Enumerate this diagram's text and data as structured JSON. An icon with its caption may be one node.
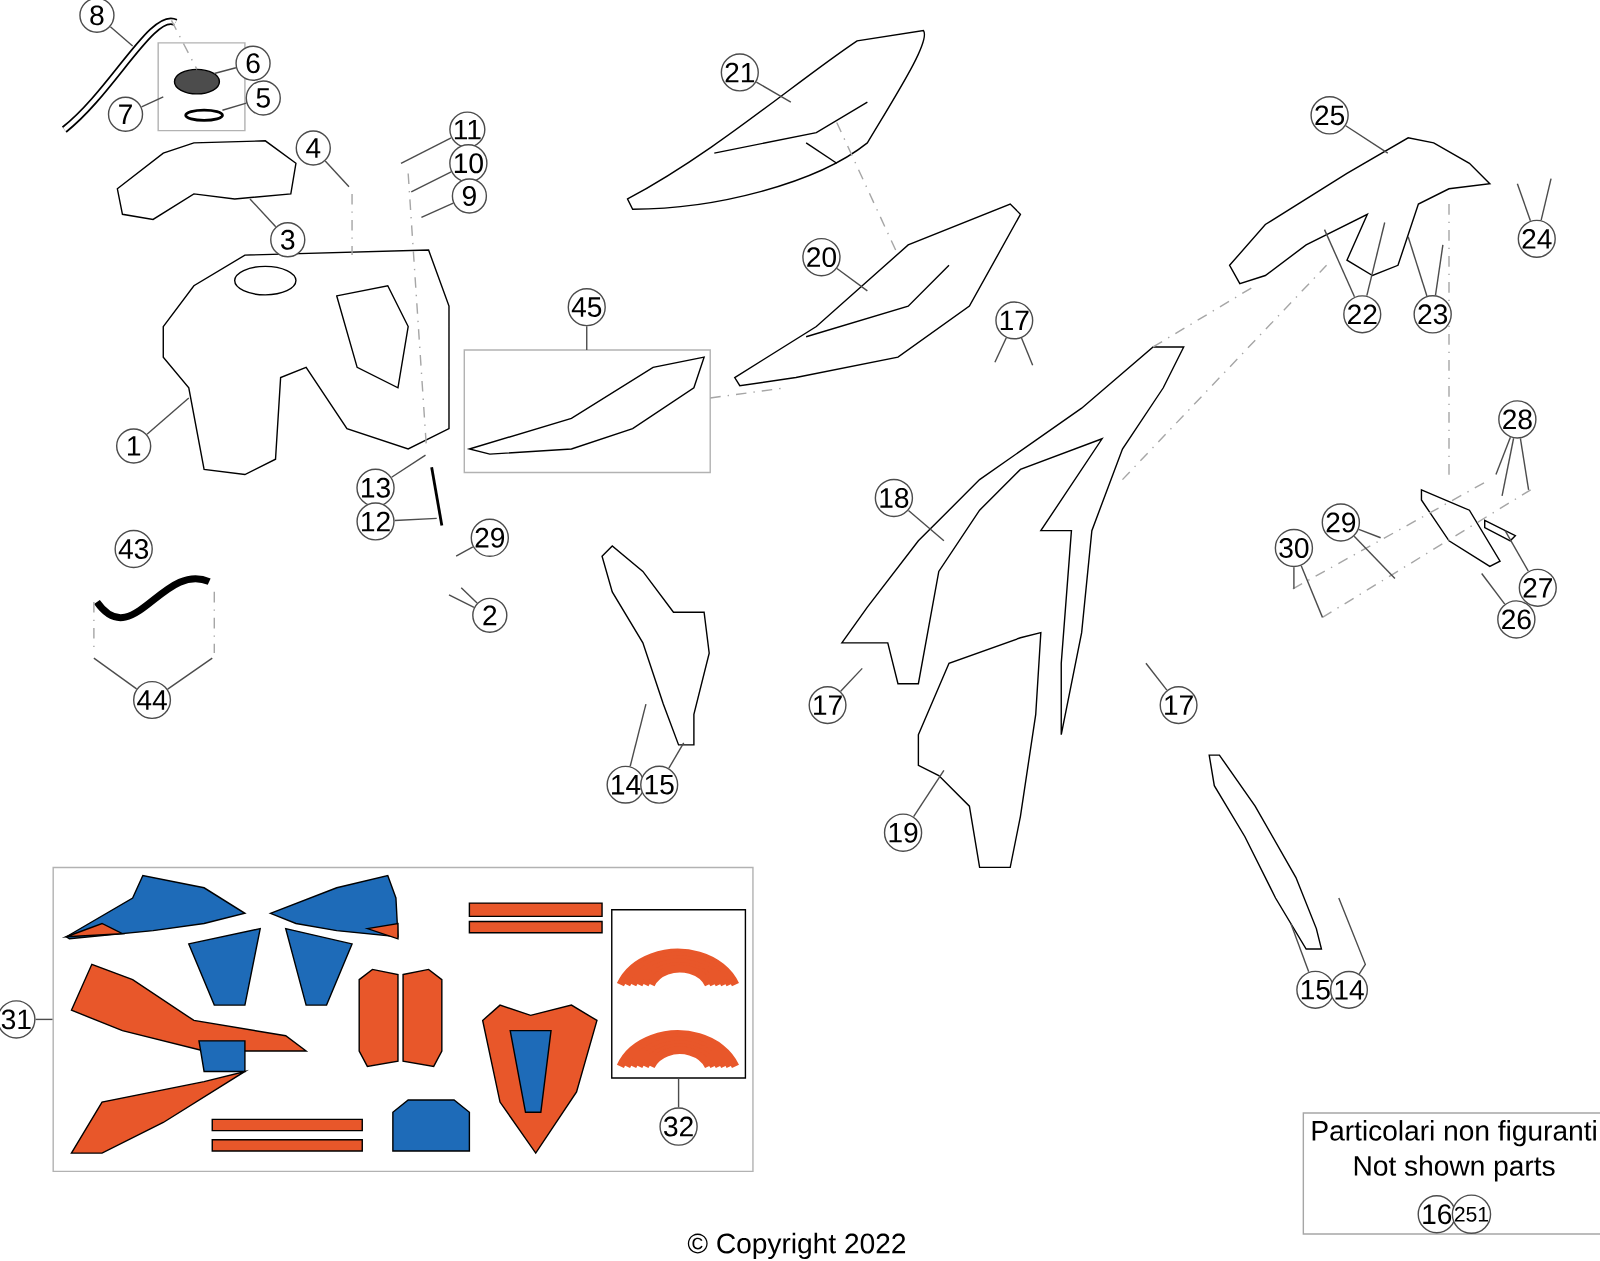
{
  "diagram": {
    "nodes": [
      {
        "text": [
          "8"
        ]
      },
      {
        "text": [
          "6"
        ]
      },
      {
        "text": [
          "5"
        ]
      },
      {
        "text": [
          "7"
        ]
      },
      {
        "text": [
          "11"
        ]
      },
      {
        "text": [
          "4"
        ]
      },
      {
        "text": [
          "10"
        ]
      },
      {
        "text": [
          "9"
        ]
      },
      {
        "text": [
          "21"
        ]
      },
      {
        "text": [
          "25"
        ]
      },
      {
        "text": [
          "3"
        ]
      },
      {
        "text": [
          "24"
        ]
      },
      {
        "text": [
          "20"
        ]
      },
      {
        "text": [
          "45"
        ]
      },
      {
        "text": [
          "22"
        ]
      },
      {
        "text": [
          "23"
        ]
      },
      {
        "text": [
          "17"
        ]
      },
      {
        "text": [
          "28"
        ]
      },
      {
        "text": [
          "1"
        ]
      },
      {
        "text": [
          "13"
        ]
      },
      {
        "text": [
          "18"
        ]
      },
      {
        "text": [
          "12"
        ]
      },
      {
        "text": [
          "29"
        ]
      },
      {
        "text": [
          "29"
        ]
      },
      {
        "text": [
          "30"
        ]
      },
      {
        "text": [
          "43"
        ]
      },
      {
        "text": [
          "27"
        ]
      },
      {
        "text": [
          "2"
        ]
      },
      {
        "text": [
          "26"
        ]
      },
      {
        "text": [
          "44"
        ]
      },
      {
        "text": [
          "17"
        ]
      },
      {
        "text": [
          "17"
        ]
      },
      {
        "text": [
          "14"
        ]
      },
      {
        "text": [
          "15"
        ]
      },
      {
        "text": [
          "19"
        ]
      },
      {
        "text": [
          "15"
        ]
      },
      {
        "text": [
          "14"
        ]
      },
      {
        "text": [
          "31"
        ]
      },
      {
        "text": [
          "32"
        ],
        "in": 42
      },
      {
        "text": [
          "Particolari non figuranti",
          "Not shown parts"
        ]
      },
      {
        "text": [
          "16"
        ],
        "in": 39
      },
      {
        "text": [
          "251"
        ],
        "in": 39
      },
      {
        "text": [],
        "shape": "box"
      },
      {
        "text": [],
        "shape": "box",
        "in": 42
      }
    ],
    "edges": [
      {
        "from": 0,
        "to": null,
        "arrow": "none"
      },
      {
        "from": 1,
        "to": null,
        "arrow": "none"
      },
      {
        "from": 2,
        "to": null,
        "arrow": "none"
      },
      {
        "from": 3,
        "to": null,
        "arrow": "none"
      },
      {
        "from": 4,
        "to": null,
        "arrow": "none"
      },
      {
        "from": 5,
        "to": null,
        "arrow": "none"
      },
      {
        "from": 6,
        "to": null,
        "arrow": "none"
      },
      {
        "from": 7,
        "to": null,
        "arrow": "none"
      },
      {
        "from": 8,
        "to": null,
        "arrow": "none"
      },
      {
        "from": 9,
        "to": null,
        "arrow": "none"
      },
      {
        "from": 10,
        "to": null,
        "arrow": "none"
      },
      {
        "from": 11,
        "to": null,
        "arrow": "none"
      },
      {
        "from": 11,
        "to": null,
        "arrow": "none"
      },
      {
        "from": 12,
        "to": null,
        "arrow": "none"
      },
      {
        "from": 13,
        "to": null,
        "arrow": "none"
      },
      {
        "from": 14,
        "to": null,
        "arrow": "none"
      },
      {
        "from": 14,
        "to": null,
        "arrow": "none"
      },
      {
        "from": 15,
        "to": null,
        "arrow": "none"
      },
      {
        "from": 15,
        "to": null,
        "arrow": "none"
      },
      {
        "from": 16,
        "to": null,
        "arrow": "none"
      },
      {
        "from": 16,
        "to": null,
        "arrow": "none"
      },
      {
        "from": 17,
        "to": null,
        "arrow": "none"
      },
      {
        "from": 17,
        "to": null,
        "arrow": "none"
      },
      {
        "from": 17,
        "to": null,
        "arrow": "none"
      },
      {
        "from": 18,
        "to": null,
        "arrow": "none"
      },
      {
        "from": 19,
        "to": null,
        "arrow": "none"
      },
      {
        "from": 20,
        "to": null,
        "arrow": "none"
      },
      {
        "from": 21,
        "to": null,
        "arrow": "none"
      },
      {
        "from": 22,
        "to": null,
        "arrow": "none"
      },
      {
        "from": 23,
        "to": null,
        "arrow": "none"
      },
      {
        "from": 23,
        "to": null,
        "arrow": "none"
      },
      {
        "from": 24,
        "to": null,
        "arrow": "none"
      },
      {
        "from": 24,
        "to": null,
        "arrow": "none"
      },
      {
        "from": 26,
        "to": null,
        "arrow": "none"
      },
      {
        "from": 27,
        "to": null,
        "arrow": "none"
      },
      {
        "from": 27,
        "to": null,
        "arrow": "none"
      },
      {
        "from": 28,
        "to": null,
        "arrow": "none"
      },
      {
        "from": 29,
        "to": null,
        "arrow": "none"
      },
      {
        "from": 29,
        "to": null,
        "arrow": "none"
      },
      {
        "from": 30,
        "to": null,
        "arrow": "none"
      },
      {
        "from": 31,
        "to": null,
        "arrow": "none"
      },
      {
        "from": 32,
        "to": null,
        "arrow": "none"
      },
      {
        "from": 33,
        "to": null,
        "arrow": "none"
      },
      {
        "from": 34,
        "to": null,
        "arrow": "none"
      },
      {
        "from": 35,
        "to": null,
        "arrow": "none"
      },
      {
        "from": 36,
        "to": null,
        "arrow": "none"
      },
      {
        "from": 37,
        "to": 42,
        "arrow": "none"
      },
      {
        "from": 38,
        "to": 43,
        "arrow": "none"
      }
    ],
    "labels": [
      "© Copyright 2022"
    ]
  }
}
